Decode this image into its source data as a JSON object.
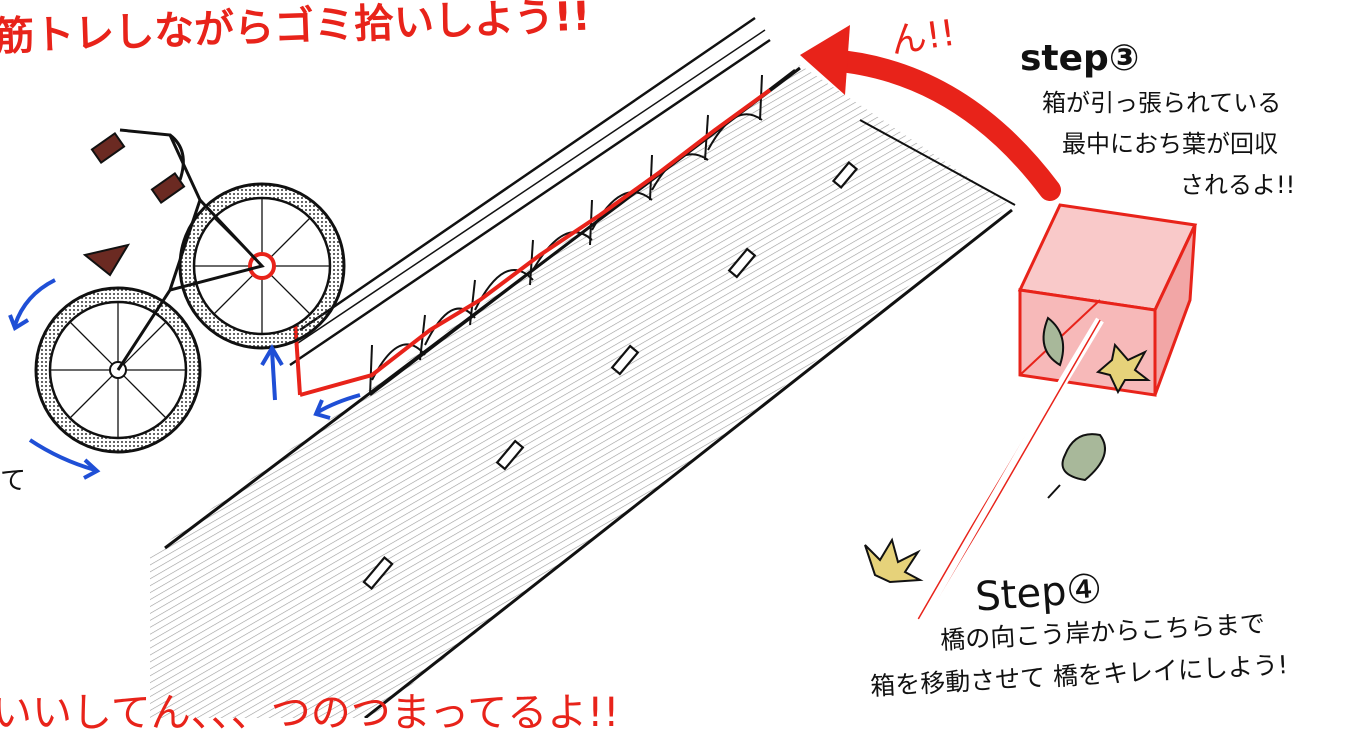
{
  "title_top": "筋トレしながらゴミ拾いしよう!!",
  "exclaim": "ん!!",
  "step3": {
    "heading": "step③",
    "lines": [
      "箱が引っ張られている",
      "最中におち葉が回収",
      "されるよ!!"
    ]
  },
  "step4": {
    "heading": "Step④",
    "lines": [
      "橋の向こう岸からこちらまで",
      "箱を移動させて 橋をキレイにしよう!"
    ]
  },
  "left_edge_char": "て",
  "bottom_red": "いいしてん、、、つのつまってるよ!!",
  "colors": {
    "red": "#e8231a",
    "blue": "#1f4fd6",
    "box_fill": "#f7b9b9",
    "leaf": "#a8b89a",
    "yellow_leaf": "#e6d27a",
    "ink": "#111111",
    "road_hatch": "#6b6b6b"
  },
  "icons": {
    "bicycle": "bicycle-icon",
    "box": "collection-box-icon",
    "leaf": "leaf-icon"
  }
}
